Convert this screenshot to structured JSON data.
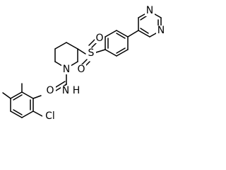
{
  "structure": {
    "atoms": {
      "S": "S",
      "O_upper": "O",
      "O_lower": "O",
      "N_piperidine": "N",
      "O_carbonyl": "O",
      "N_amide": "N",
      "H_amide": "H",
      "Cl": "Cl",
      "N_pyrimidine_1": "N",
      "N_pyrimidine_2": "N"
    },
    "colors": {
      "bond": "#000000",
      "label": "#000000",
      "background": "#ffffff"
    }
  }
}
